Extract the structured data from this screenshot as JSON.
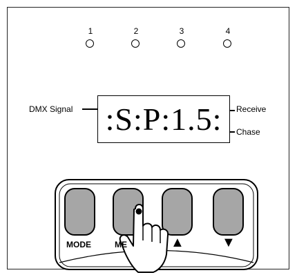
{
  "leds": [
    {
      "label": "1"
    },
    {
      "label": "2"
    },
    {
      "label": "3"
    },
    {
      "label": "4"
    }
  ],
  "display": {
    "readout": ":S:P:1.5:",
    "left_label": "DMX Signal",
    "right_top_label": "Receive",
    "right_bottom_label": "Chase"
  },
  "buttons": [
    {
      "label": "MODE",
      "icon": "text"
    },
    {
      "label": "ME",
      "icon": "text"
    },
    {
      "label": "▲",
      "icon": "up-arrow-icon"
    },
    {
      "label": "▼",
      "icon": "down-arrow-icon"
    }
  ],
  "colors": {
    "button_fill": "#a6a6a6",
    "background": "#ffffff",
    "ink": "#000000"
  }
}
